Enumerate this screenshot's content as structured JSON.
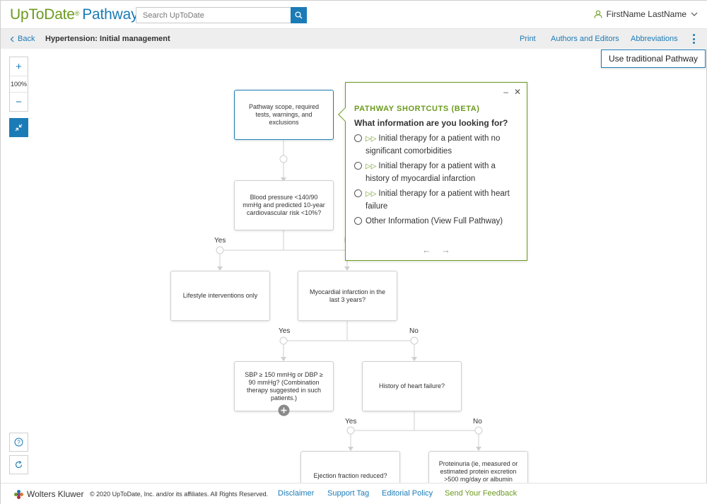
{
  "header": {
    "logo_brand": "UpToDate",
    "logo_sup": "®",
    "logo_product": "Pathways",
    "search_placeholder": "Search UpToDate",
    "user_name": "FirstName LastName",
    "icons": [
      "search-icon",
      "user-icon",
      "chevron-down-icon"
    ]
  },
  "subnav": {
    "back_label": "Back",
    "page_title": "Hypertension: Initial management",
    "links": [
      "Print",
      "Authors and Editors",
      "Abbreviations"
    ]
  },
  "traditional_button": "Use traditional Pathway",
  "zoom": {
    "plus": "+",
    "level": "100%",
    "minus": "−"
  },
  "flowchart": {
    "nodes": {
      "scope": "Pathway scope, required tests, warnings, and exclusions",
      "bp": "Blood pressure <140/90 mmHg and predicted 10-year cardiovascular risk <10%?",
      "lifestyle": "Lifestyle interventions only",
      "mi": "Myocardial infarction in the last 3 years?",
      "sbp": "SBP ≥ 150 mmHg or DBP ≥ 90 mmHg? (Combination therapy suggested in such patients.)",
      "hf": "History of heart failure?",
      "ef": "Ejection fraction reduced?",
      "proteinuria": "Proteinuria (ie, measured or estimated protein excretion >500 mg/day or albumin"
    },
    "labels": {
      "yes": "Yes",
      "no": "No",
      "partial_no": "N"
    }
  },
  "shortcuts": {
    "title": "PATHWAY SHORTCUTS (BETA)",
    "question": "What information are you looking for?",
    "options": [
      "Initial therapy for a patient with no significant comorbidities",
      "Initial therapy for a patient with a history of myocardial infarction",
      "Initial therapy for a patient with heart failure",
      "Other Information (View Full Pathway)"
    ],
    "minimize": "–",
    "close": "✕",
    "prev": "←",
    "next": "→"
  },
  "footer": {
    "company": "Wolters Kluwer",
    "copyright": "© 2020 UpToDate, Inc. and/or its affiliates. All Rights Reserved.",
    "links": [
      "Disclaimer",
      "Support Tag",
      "Editorial Policy"
    ],
    "feedback": "Send Your Feedback"
  },
  "colors": {
    "accent": "#1b7bb6",
    "brand_green": "#6b9a1e"
  }
}
